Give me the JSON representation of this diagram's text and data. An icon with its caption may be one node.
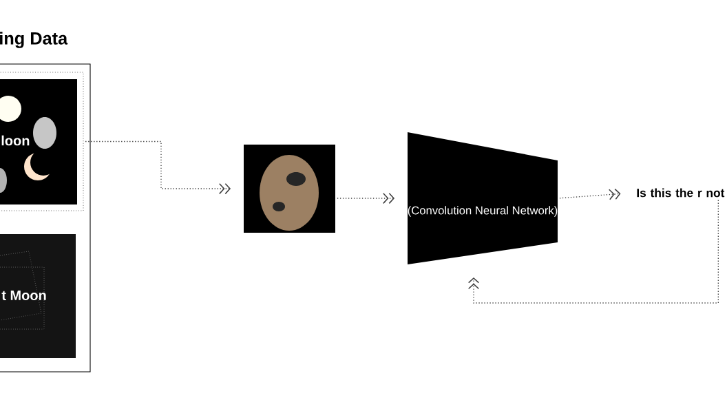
{
  "diagram": {
    "nodes": [
      {
        "text": [
          "ing Data"
        ]
      },
      {
        "text": [
          "loon"
        ],
        "in": 0
      },
      {
        "text": [
          "t Moon"
        ],
        "in": 0
      },
      {
        "text": [],
        "shape": "picture"
      },
      {
        "text": [
          "(Convolution Neural Network)"
        ]
      },
      {
        "text": [
          "Is this the r not"
        ]
      }
    ],
    "edges": [
      {
        "from": 1,
        "to": 3,
        "arrow": "to"
      },
      {
        "from": 3,
        "to": 4,
        "arrow": "to"
      },
      {
        "from": 4,
        "to": 5,
        "arrow": "to"
      },
      {
        "from": 5,
        "to": 4,
        "arrow": "to"
      }
    ]
  }
}
